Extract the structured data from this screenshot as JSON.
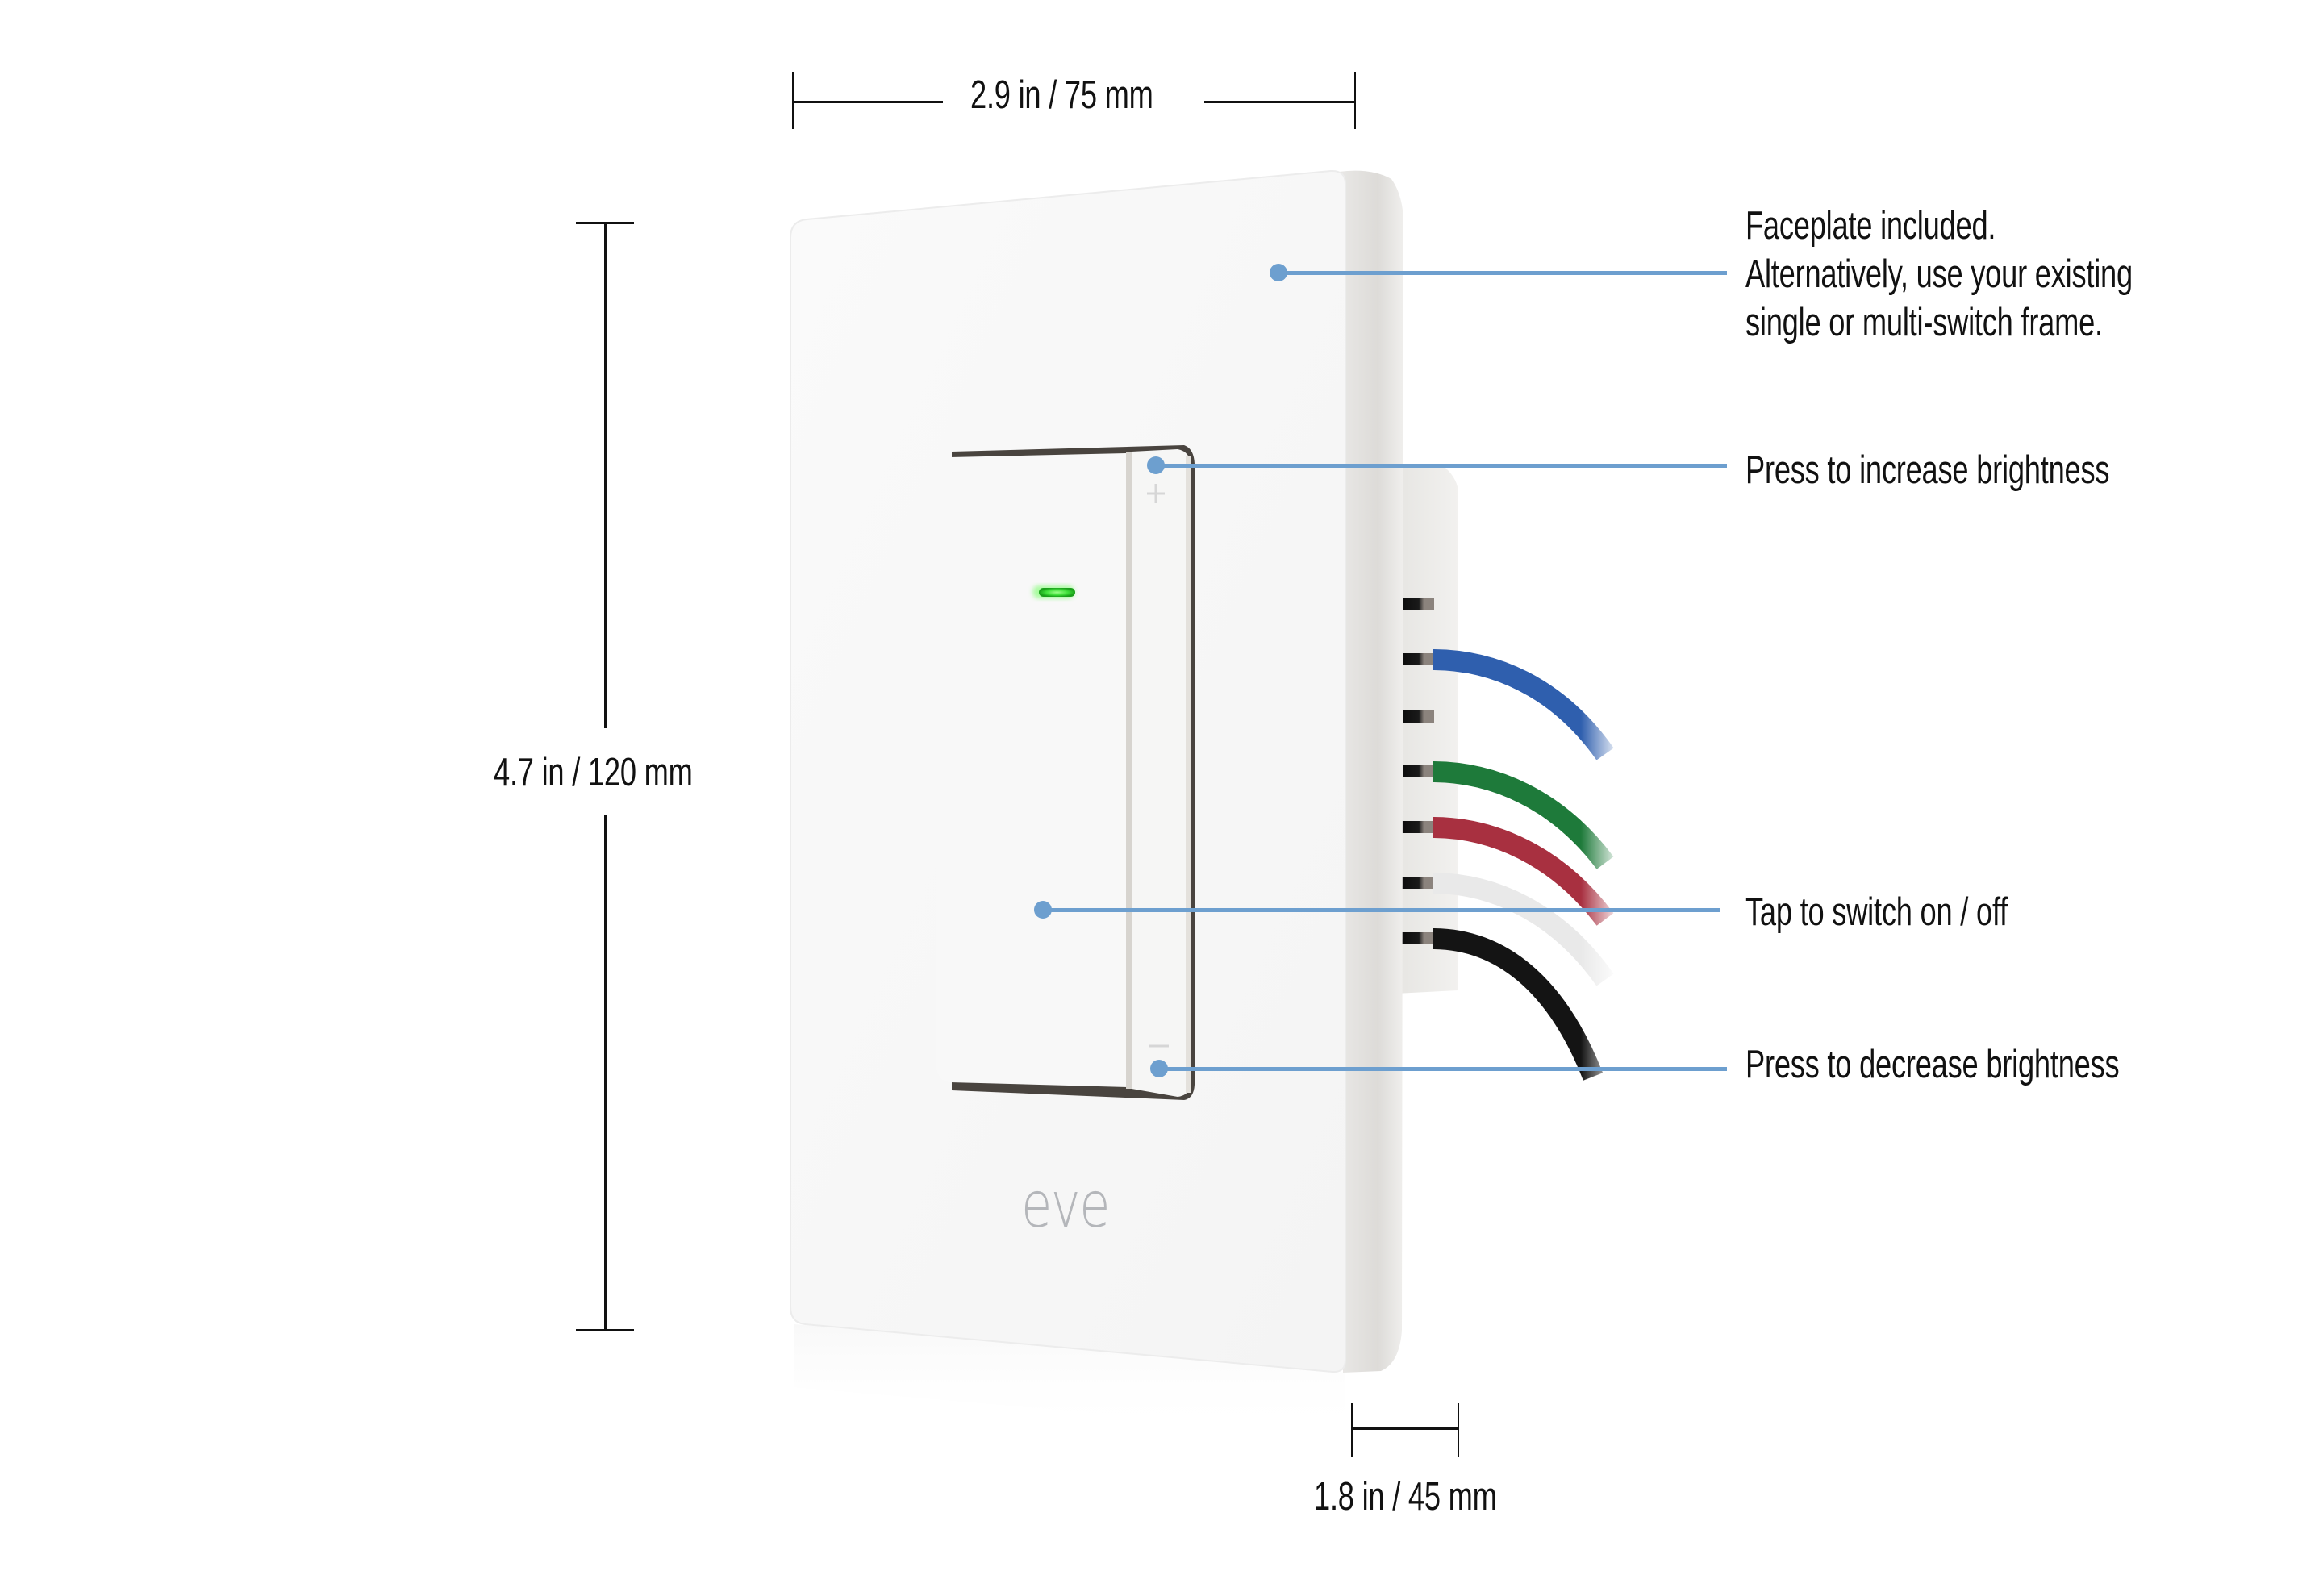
{
  "product": {
    "brand_logo": "eve",
    "led_color": "#3fe03a",
    "faceplate_color": "#f7f7f7",
    "increase_symbol": "+",
    "decrease_symbol": "−"
  },
  "dimensions": {
    "width": "2.9 in / 75 mm",
    "height": "4.7 in / 120 mm",
    "depth": "1.8 in / 45 mm"
  },
  "callouts": [
    {
      "id": "faceplate",
      "lines": [
        "Faceplate included.",
        "Alternatively, use your existing",
        "single or multi-switch frame."
      ]
    },
    {
      "id": "increase",
      "text": "Press to increase brightness"
    },
    {
      "id": "tap",
      "text": "Tap to switch on / off"
    },
    {
      "id": "decrease",
      "text": "Press to decrease brightness"
    }
  ],
  "wires": [
    {
      "color_name": "blue",
      "hex": "#2f5fae"
    },
    {
      "color_name": "green",
      "hex": "#1e7a3a"
    },
    {
      "color_name": "red",
      "hex": "#a83040"
    },
    {
      "color_name": "white",
      "hex": "#efefef"
    },
    {
      "color_name": "black",
      "hex": "#141414"
    }
  ],
  "colors": {
    "callout_accent": "#6d9fcf",
    "text": "#111111"
  }
}
